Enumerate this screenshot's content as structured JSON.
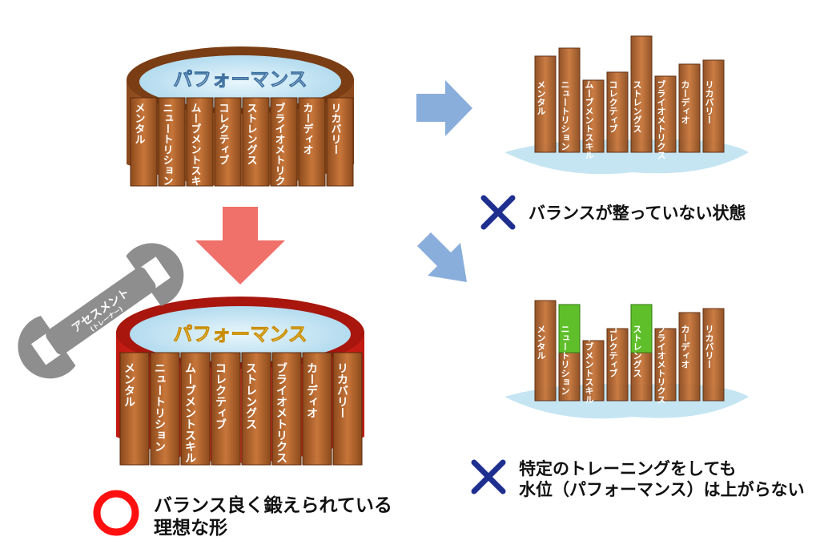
{
  "barrel_title": "パフォーマンス",
  "staves": [
    "メンタル",
    "ニュートリション",
    "ムーブメントスキル",
    "コレクティブ",
    "ストレングス",
    "ブライオメトリクス",
    "カーディオ",
    "リカバリー"
  ],
  "wrench": {
    "label": "アセスメント",
    "sub_label": "(トレーナー)"
  },
  "captions": {
    "unbalanced": "バランスが整っていない状態",
    "specific_line1": "特定のトレーニングをしても",
    "specific_line2": "水位（パフォーマンス）は上がらない",
    "balanced_line1": "バランス良く鍛えられている",
    "balanced_line2": "理想な形"
  },
  "colors": {
    "wood": "#b5652a",
    "wood_dark": "#7a3d14",
    "red": "#e02a1f",
    "green": "#5fbf2a",
    "water": "#cfe9f5",
    "arrow_blue": "#8aaedb",
    "arrow_red": "#f0706a",
    "cross": "#1f2f8f",
    "circle": "#ff1010"
  }
}
